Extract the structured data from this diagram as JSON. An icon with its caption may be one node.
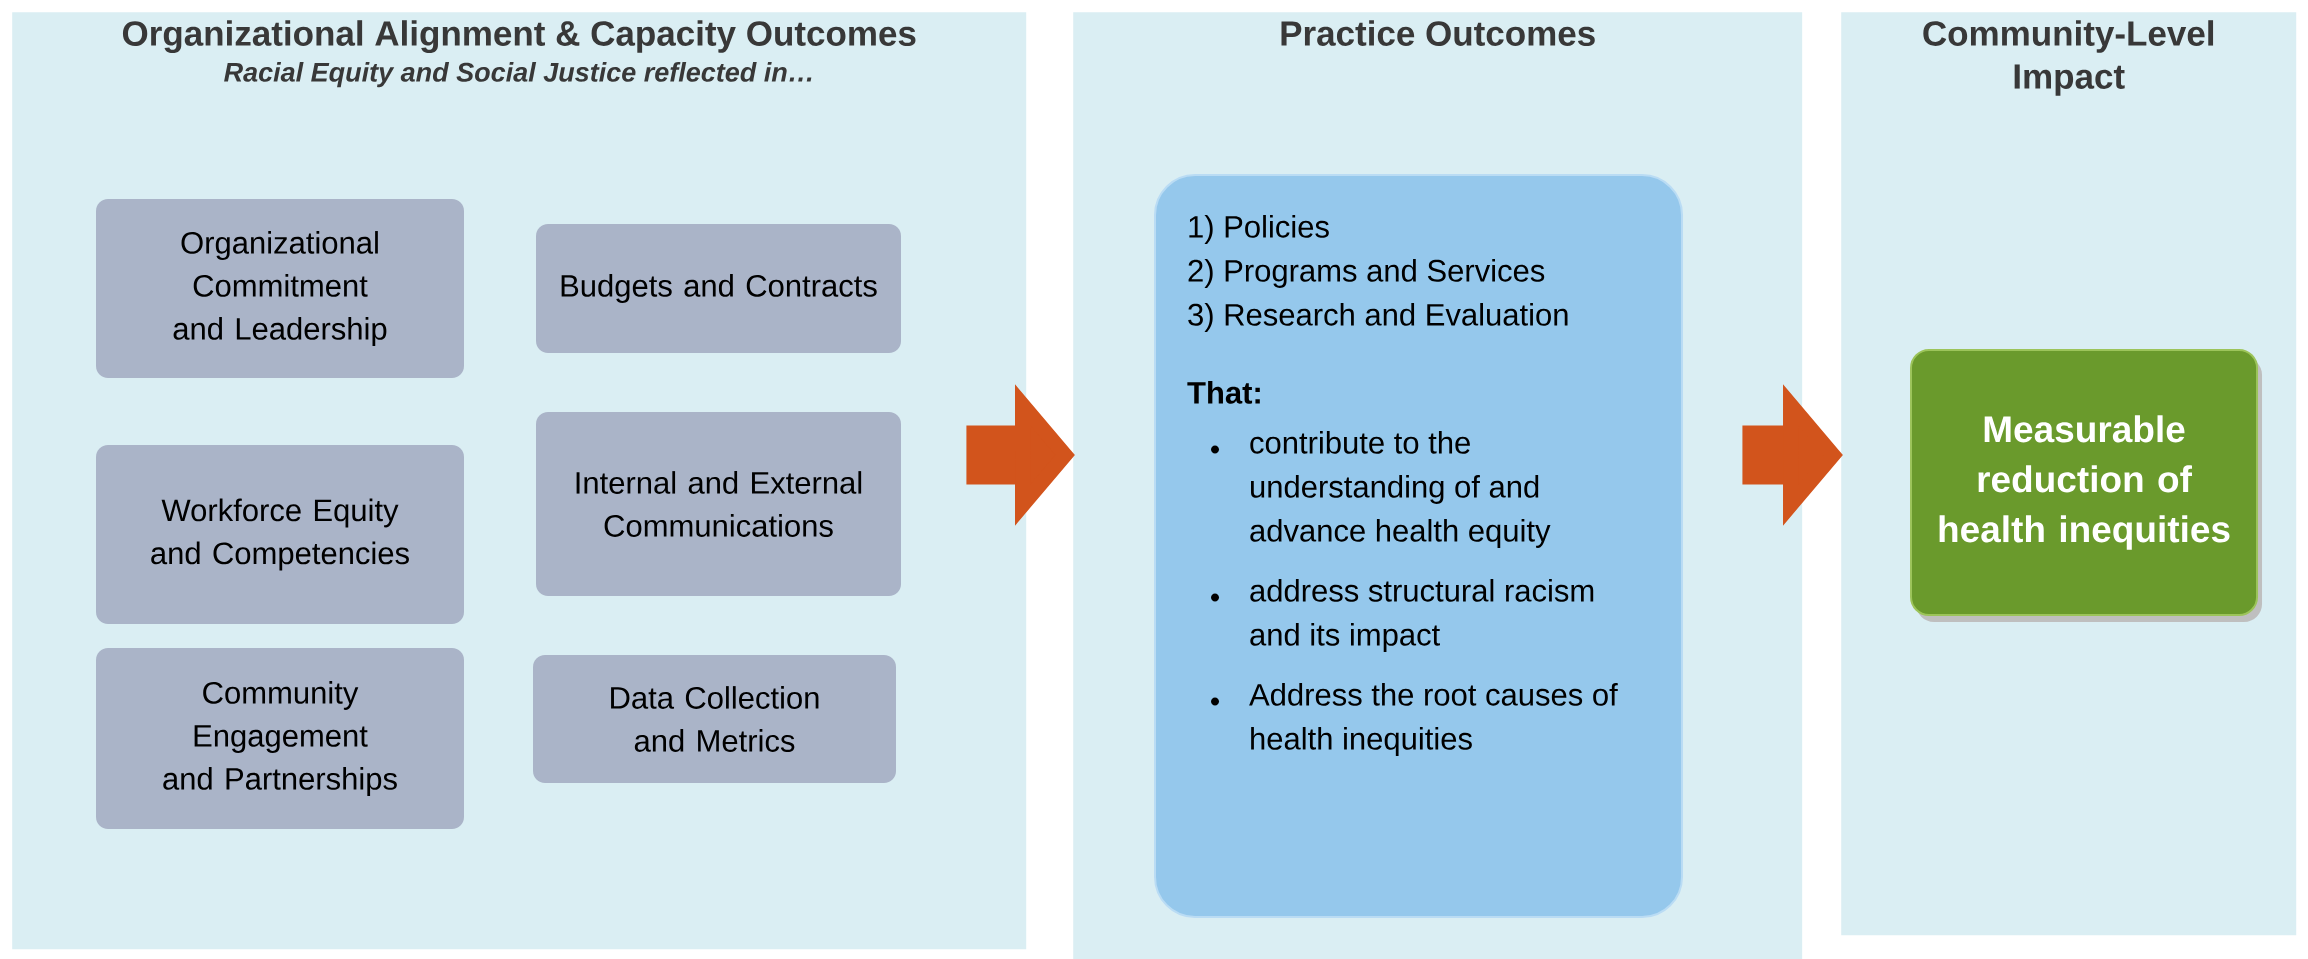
{
  "diagram": {
    "nodes": [
      {
        "text": [
          "Organizational Alignment & Capacity Outcomes",
          "Racial Equity and Social Justice reflected in…"
        ]
      },
      {
        "text": [
          "Organizational Commitment and Leadership"
        ],
        "in": 0
      },
      {
        "text": [
          "Budgets and Contracts"
        ],
        "in": 0
      },
      {
        "text": [
          "Workforce Equity and Competencies"
        ],
        "in": 0
      },
      {
        "text": [
          "Internal and External Communications"
        ],
        "in": 0
      },
      {
        "text": [
          "Community Engagement and Partnerships"
        ],
        "in": 0
      },
      {
        "text": [
          "Data Collection and Metrics"
        ],
        "in": 0
      },
      {
        "text": [
          "Practice Outcomes"
        ]
      },
      {
        "text": [
          "1) Policies",
          "2) Programs and Services",
          "3) Research and Evaluation",
          "That:",
          "contribute to the understanding of and advance health equity",
          "address structural racism and its impact",
          "Address the root causes of health inequities"
        ],
        "in": 7
      },
      {
        "text": [
          "Community-Level Impact"
        ]
      },
      {
        "text": [
          "Measurable reduction of health inequities"
        ],
        "in": 9
      }
    ],
    "edges": [
      {
        "from": 0,
        "to": 7,
        "arrow": "to"
      },
      {
        "from": 7,
        "to": 9,
        "arrow": "to"
      }
    ]
  }
}
